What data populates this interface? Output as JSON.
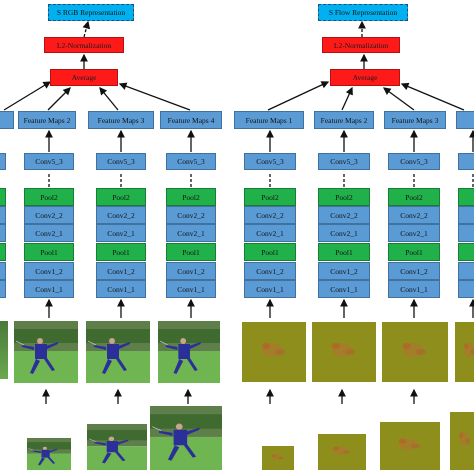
{
  "rgb": {
    "representation": "S RGB Representation",
    "normalization": "L2-Normalization",
    "average": "Average",
    "feature_maps": [
      "Feature Maps 2",
      "Feature Maps 3",
      "Feature Maps 4"
    ],
    "layers": [
      "Conv5_3",
      "Pool2",
      "Conv2_2",
      "Conv2_1",
      "Pool1",
      "Conv1_2",
      "Conv1_1"
    ]
  },
  "flow": {
    "representation": "S Flow Representation",
    "normalization": "L2-Normalization",
    "average": "Average",
    "feature_maps": [
      "Feature Maps 1",
      "Feature Maps 2",
      "Feature Maps 3"
    ],
    "layers": [
      "Conv5_3",
      "Pool2",
      "Conv2_2",
      "Conv2_1",
      "Pool1",
      "Conv1_2",
      "Conv1_1"
    ]
  },
  "colors": {
    "conv_block": "#5b9bd5",
    "pool_block": "#21b14a",
    "average_block": "#ff1a1a",
    "normalization_block": "#ff1a1a",
    "representation_block": "#00b0f0",
    "flow_frame": "#8b8b1a"
  }
}
